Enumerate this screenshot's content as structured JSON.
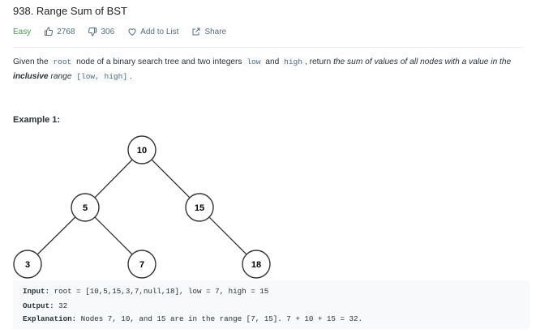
{
  "problem": {
    "title": "938. Range Sum of BST",
    "difficulty": "Easy",
    "likes": "2768",
    "dislikes": "306",
    "add_to_list": "Add to List",
    "share": "Share"
  },
  "description": {
    "p1": "Given the ",
    "code_root": "root",
    "p2": " node of a binary search tree and two integers ",
    "code_low": "low",
    "p3": " and ",
    "code_high": "high",
    "p4": ", return ",
    "em1": "the sum of values of all nodes with a value in the ",
    "strong": "inclusive",
    "em2": " range ",
    "code_range": "[low, high]",
    "p5": "."
  },
  "example": {
    "title": "Example 1:",
    "tree_nodes": [
      "10",
      "5",
      "15",
      "3",
      "7",
      "18"
    ],
    "input_label": "Input:",
    "input_text": " root = [10,5,15,3,7,null,18], low = 7, high = 15",
    "output_label": "Output:",
    "output_text": " 32",
    "explanation_label": "Explanation:",
    "explanation_text": " Nodes 7, 10, and 15 are in the range [7, 15]. 7 + 10 + 15 = 32."
  }
}
